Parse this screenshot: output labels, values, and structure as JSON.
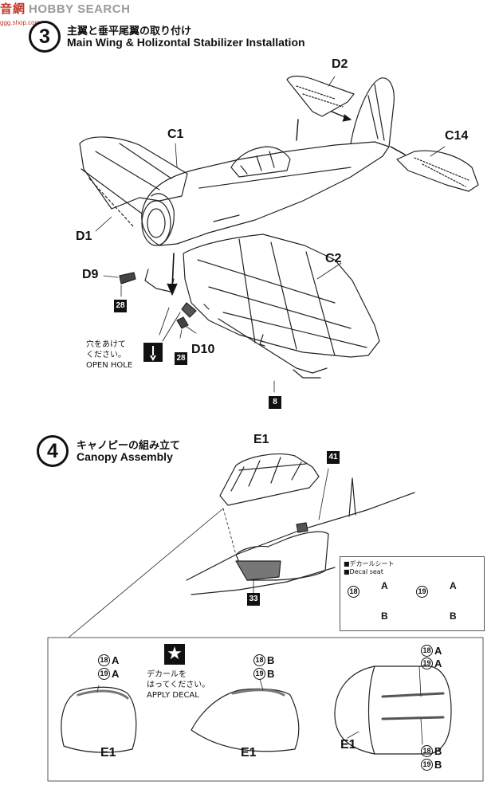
{
  "watermark": {
    "cn": "音網",
    "en": "HOBBY SEARCH",
    "url": "ggg.shop.com"
  },
  "step3": {
    "number": "3",
    "title_jp": "主翼と垂平尾翼の取り付け",
    "title_en": "Main Wing & Holizontal Stabilizer Installation",
    "parts": {
      "D2": "D2",
      "C1": "C1",
      "C14": "C14",
      "D1": "D1",
      "C2": "C2",
      "D9": "D9",
      "D10": "D10"
    },
    "paint_codes": {
      "a": "28",
      "b": "28",
      "c": "8"
    },
    "note": {
      "jp_line1": "穴をあけて",
      "jp_line2": "ください。",
      "en": "OPEN HOLE"
    }
  },
  "step4": {
    "number": "4",
    "title_jp": "キャノピーの組み立て",
    "title_en": "Canopy Assembly",
    "parts": {
      "E1_top": "E1",
      "E1_left": "E1",
      "E1_mid": "E1",
      "E1_right": "E1"
    },
    "paint_codes": {
      "a": "41",
      "b": "33"
    },
    "decal_seat": {
      "head_jp": "■デカールシート",
      "head_en": "■Decal seat",
      "items": [
        {
          "num": "18",
          "top": "A",
          "bottom": "B"
        },
        {
          "num": "19",
          "top": "A",
          "bottom": "B"
        }
      ]
    },
    "apply": {
      "jp_line1": "デカールを",
      "jp_line2": "はってください。",
      "en": "APPLY DECAL",
      "icon": "star-icon"
    },
    "callouts": {
      "left": [
        {
          "num": "18",
          "letter": "A"
        },
        {
          "num": "19",
          "letter": "A"
        }
      ],
      "mid": [
        {
          "num": "18",
          "letter": "B"
        },
        {
          "num": "19",
          "letter": "B"
        }
      ],
      "right_top": [
        {
          "num": "18",
          "letter": "A"
        },
        {
          "num": "19",
          "letter": "A"
        }
      ],
      "right_bottom": [
        {
          "num": "18",
          "letter": "B"
        },
        {
          "num": "19",
          "letter": "B"
        }
      ]
    }
  }
}
